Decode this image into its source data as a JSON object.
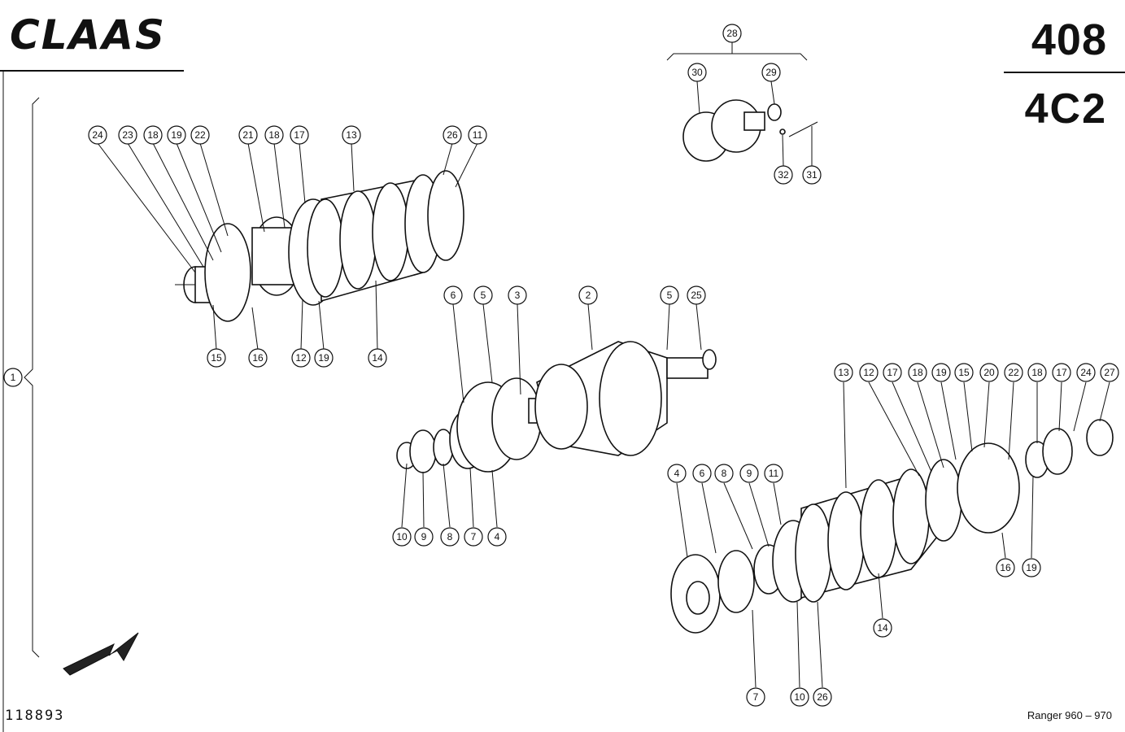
{
  "header": {
    "brand": "CLAAS",
    "page_number": "408",
    "section_code": "4C2"
  },
  "footer": {
    "reference_number": "118893",
    "model_label": "Ranger 960 – 970"
  },
  "callouts": [
    {
      "id": "c1",
      "label": "1"
    },
    {
      "id": "c24a",
      "label": "24"
    },
    {
      "id": "c23",
      "label": "23"
    },
    {
      "id": "c18a",
      "label": "18"
    },
    {
      "id": "c19a",
      "label": "19"
    },
    {
      "id": "c22a",
      "label": "22"
    },
    {
      "id": "c21",
      "label": "21"
    },
    {
      "id": "c18b",
      "label": "18"
    },
    {
      "id": "c17a",
      "label": "17"
    },
    {
      "id": "c13a",
      "label": "13"
    },
    {
      "id": "c26a",
      "label": "26"
    },
    {
      "id": "c11a",
      "label": "11"
    },
    {
      "id": "c15a",
      "label": "15"
    },
    {
      "id": "c16a",
      "label": "16"
    },
    {
      "id": "c12a",
      "label": "12"
    },
    {
      "id": "c19b",
      "label": "19"
    },
    {
      "id": "c14a",
      "label": "14"
    },
    {
      "id": "c28",
      "label": "28"
    },
    {
      "id": "c30",
      "label": "30"
    },
    {
      "id": "c29",
      "label": "29"
    },
    {
      "id": "c32",
      "label": "32"
    },
    {
      "id": "c31",
      "label": "31"
    },
    {
      "id": "c6a",
      "label": "6"
    },
    {
      "id": "c5a",
      "label": "5"
    },
    {
      "id": "c3",
      "label": "3"
    },
    {
      "id": "c2",
      "label": "2"
    },
    {
      "id": "c5b",
      "label": "5"
    },
    {
      "id": "c25",
      "label": "25"
    },
    {
      "id": "c10a",
      "label": "10"
    },
    {
      "id": "c9a",
      "label": "9"
    },
    {
      "id": "c8a",
      "label": "8"
    },
    {
      "id": "c7a",
      "label": "7"
    },
    {
      "id": "c4a",
      "label": "4"
    },
    {
      "id": "c13b",
      "label": "13"
    },
    {
      "id": "c12b",
      "label": "12"
    },
    {
      "id": "c17b",
      "label": "17"
    },
    {
      "id": "c18c",
      "label": "18"
    },
    {
      "id": "c19c",
      "label": "19"
    },
    {
      "id": "c15b",
      "label": "15"
    },
    {
      "id": "c20",
      "label": "20"
    },
    {
      "id": "c22b",
      "label": "22"
    },
    {
      "id": "c18d",
      "label": "18"
    },
    {
      "id": "c17c",
      "label": "17"
    },
    {
      "id": "c24b",
      "label": "24"
    },
    {
      "id": "c27",
      "label": "27"
    },
    {
      "id": "c4b",
      "label": "4"
    },
    {
      "id": "c6b",
      "label": "6"
    },
    {
      "id": "c8b",
      "label": "8"
    },
    {
      "id": "c9b",
      "label": "9"
    },
    {
      "id": "c11b",
      "label": "11"
    },
    {
      "id": "c16b",
      "label": "16"
    },
    {
      "id": "c19d",
      "label": "19"
    },
    {
      "id": "c14b",
      "label": "14"
    },
    {
      "id": "c7b",
      "label": "7"
    },
    {
      "id": "c10b",
      "label": "10"
    },
    {
      "id": "c26b",
      "label": "26"
    }
  ]
}
